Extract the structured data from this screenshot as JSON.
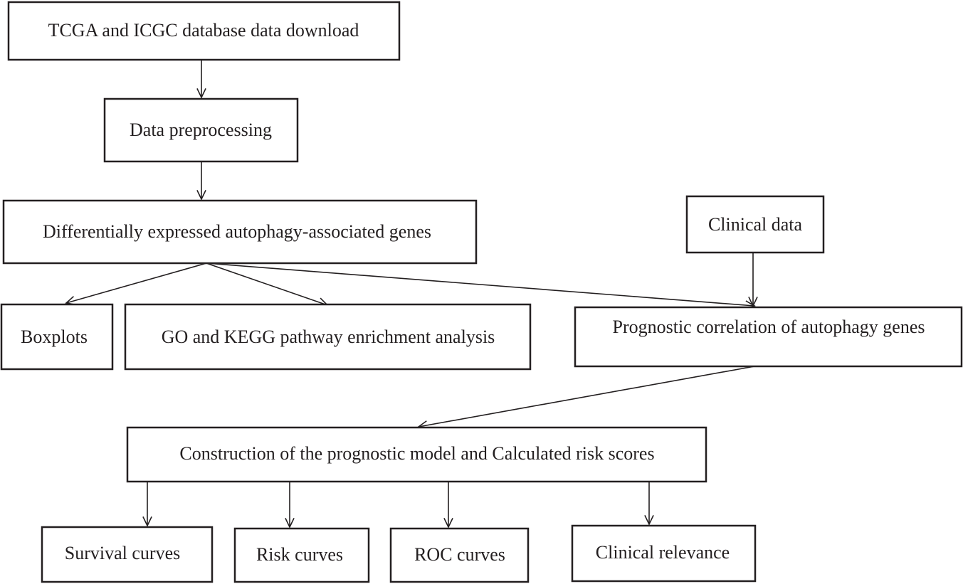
{
  "diagram": {
    "nodes": {
      "download": "TCGA and ICGC database data download",
      "preprocessing": "Data preprocessing",
      "degs": "Differentially expressed autophagy-associated genes",
      "clinical": "Clinical data",
      "boxplots": "Boxplots",
      "enrichment": "GO and KEGG pathway enrichment analysis",
      "prognostic_correlation": "Prognostic correlation of autophagy genes",
      "model": "Construction of the prognostic model and Calculated risk scores",
      "survival": "Survival curves",
      "risk": "Risk curves",
      "roc": "ROC curves",
      "clinical_relevance": "Clinical relevance"
    },
    "edges": [
      [
        "download",
        "preprocessing"
      ],
      [
        "preprocessing",
        "degs"
      ],
      [
        "degs",
        "boxplots"
      ],
      [
        "degs",
        "enrichment"
      ],
      [
        "degs",
        "prognostic_correlation"
      ],
      [
        "clinical",
        "prognostic_correlation"
      ],
      [
        "prognostic_correlation",
        "model"
      ],
      [
        "model",
        "survival"
      ],
      [
        "model",
        "risk"
      ],
      [
        "model",
        "roc"
      ],
      [
        "model",
        "clinical_relevance"
      ]
    ]
  }
}
